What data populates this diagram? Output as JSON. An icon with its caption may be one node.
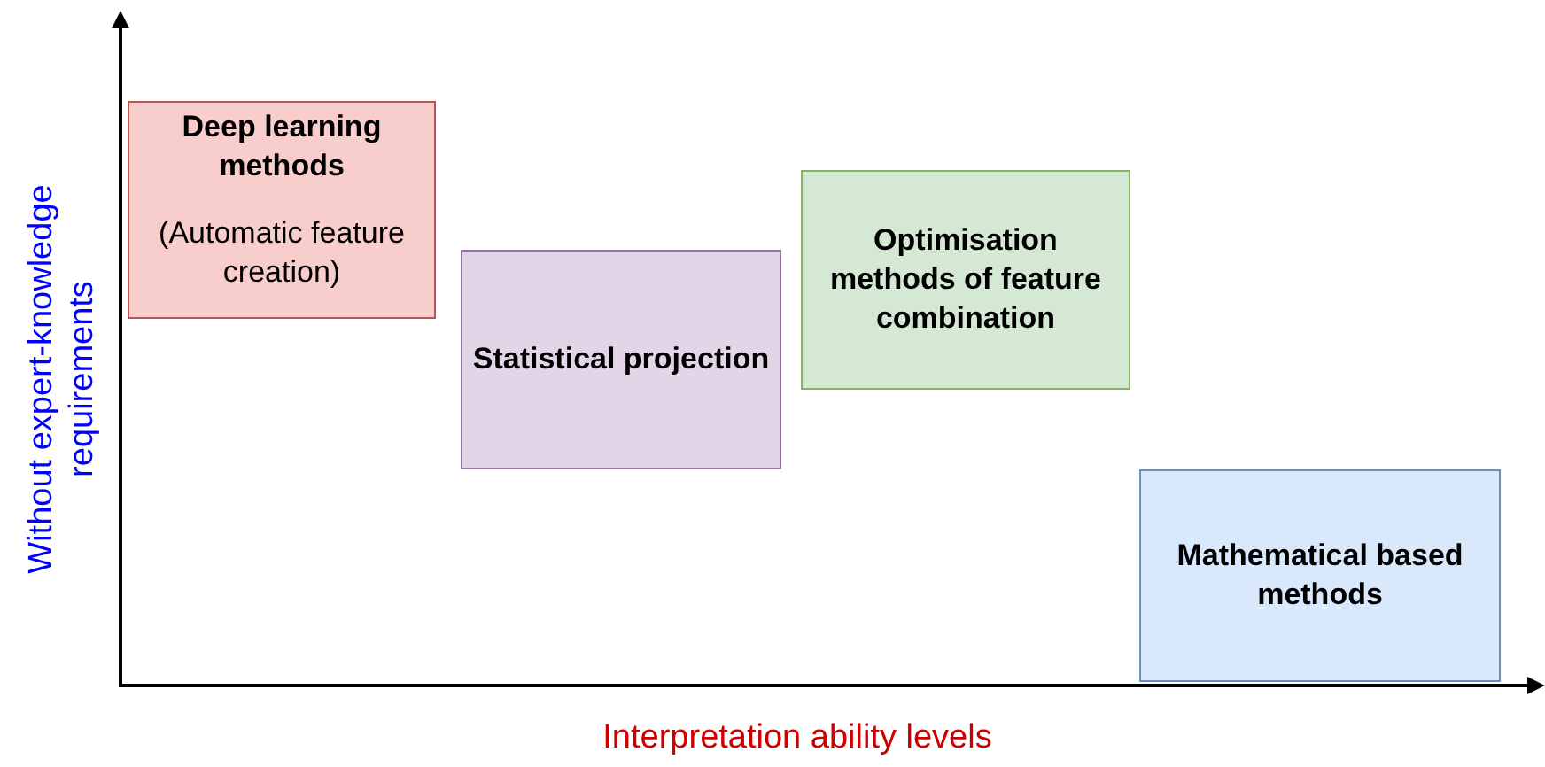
{
  "diagram": {
    "nodes": [
      {
        "text": [
          "Deep learning methods",
          "(Automatic feature creation)"
        ]
      },
      {
        "text": [
          "Statistical projection"
        ]
      },
      {
        "text": [
          "Optimisation methods of feature combination"
        ]
      },
      {
        "text": [
          "Mathematical based methods"
        ]
      }
    ],
    "labels": [
      "Without expert-knowledge requirements",
      "Interpretation ability levels"
    ]
  }
}
